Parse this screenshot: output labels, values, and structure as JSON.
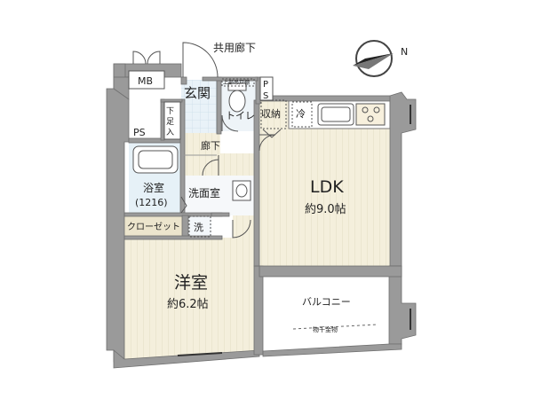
{
  "labels": {
    "shared_corridor": "共用廊下",
    "mb": "MB",
    "genkan": "玄関",
    "shoe_closet": "下足入",
    "upper_storage": "上部吊戸棚",
    "ps_top": "P\nS",
    "toilet": "トイレ",
    "storage": "収納",
    "fridge": "冷",
    "ps_left": "PS",
    "hallway": "廊下",
    "bathroom": "浴室",
    "bathroom_size": "(1216)",
    "washroom": "洗面室",
    "closet": "クローゼット",
    "washer": "洗",
    "ldk": "LDK",
    "ldk_size": "約9.0帖",
    "western_room": "洋室",
    "western_room_size": "約6.2帖",
    "balcony": "バルコニー",
    "drying_rack": "物干金物"
  },
  "compass": {
    "direction": "N"
  },
  "colors": {
    "wall": "#9a9a9a",
    "wall_edge": "#6f6f6f",
    "wood_floor": "#f4efdc",
    "wood_line": "#e2dcc4",
    "wet_floor": "#e6f1f7",
    "tile": "#cfe1ec",
    "closet_floor": "#ece5cd",
    "balcony_floor": "#ffffff",
    "outline": "#555555"
  }
}
